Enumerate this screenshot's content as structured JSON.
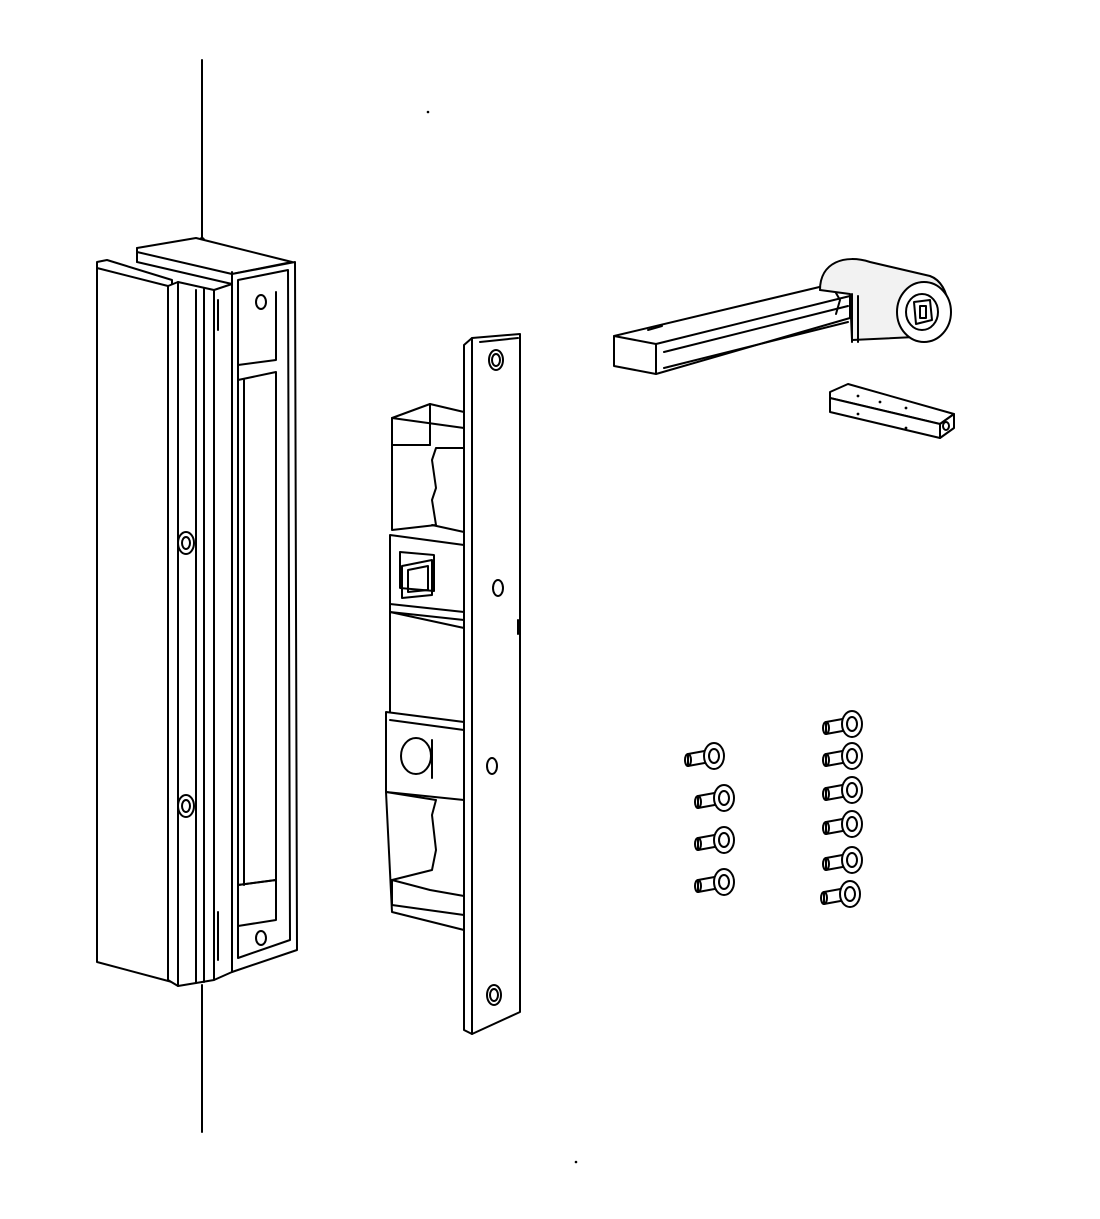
{
  "drawing": {
    "type": "exploded parts line drawing",
    "background": "#ffffff",
    "line_color": "#000000",
    "parts": [
      {
        "name": "lock-body-housing",
        "label": ""
      },
      {
        "name": "strike-plate-assembly",
        "label": ""
      },
      {
        "name": "lever-handle",
        "label": ""
      },
      {
        "name": "square-spindle",
        "label": ""
      },
      {
        "name": "screw-set",
        "label": "",
        "quantity": 10
      }
    ]
  }
}
